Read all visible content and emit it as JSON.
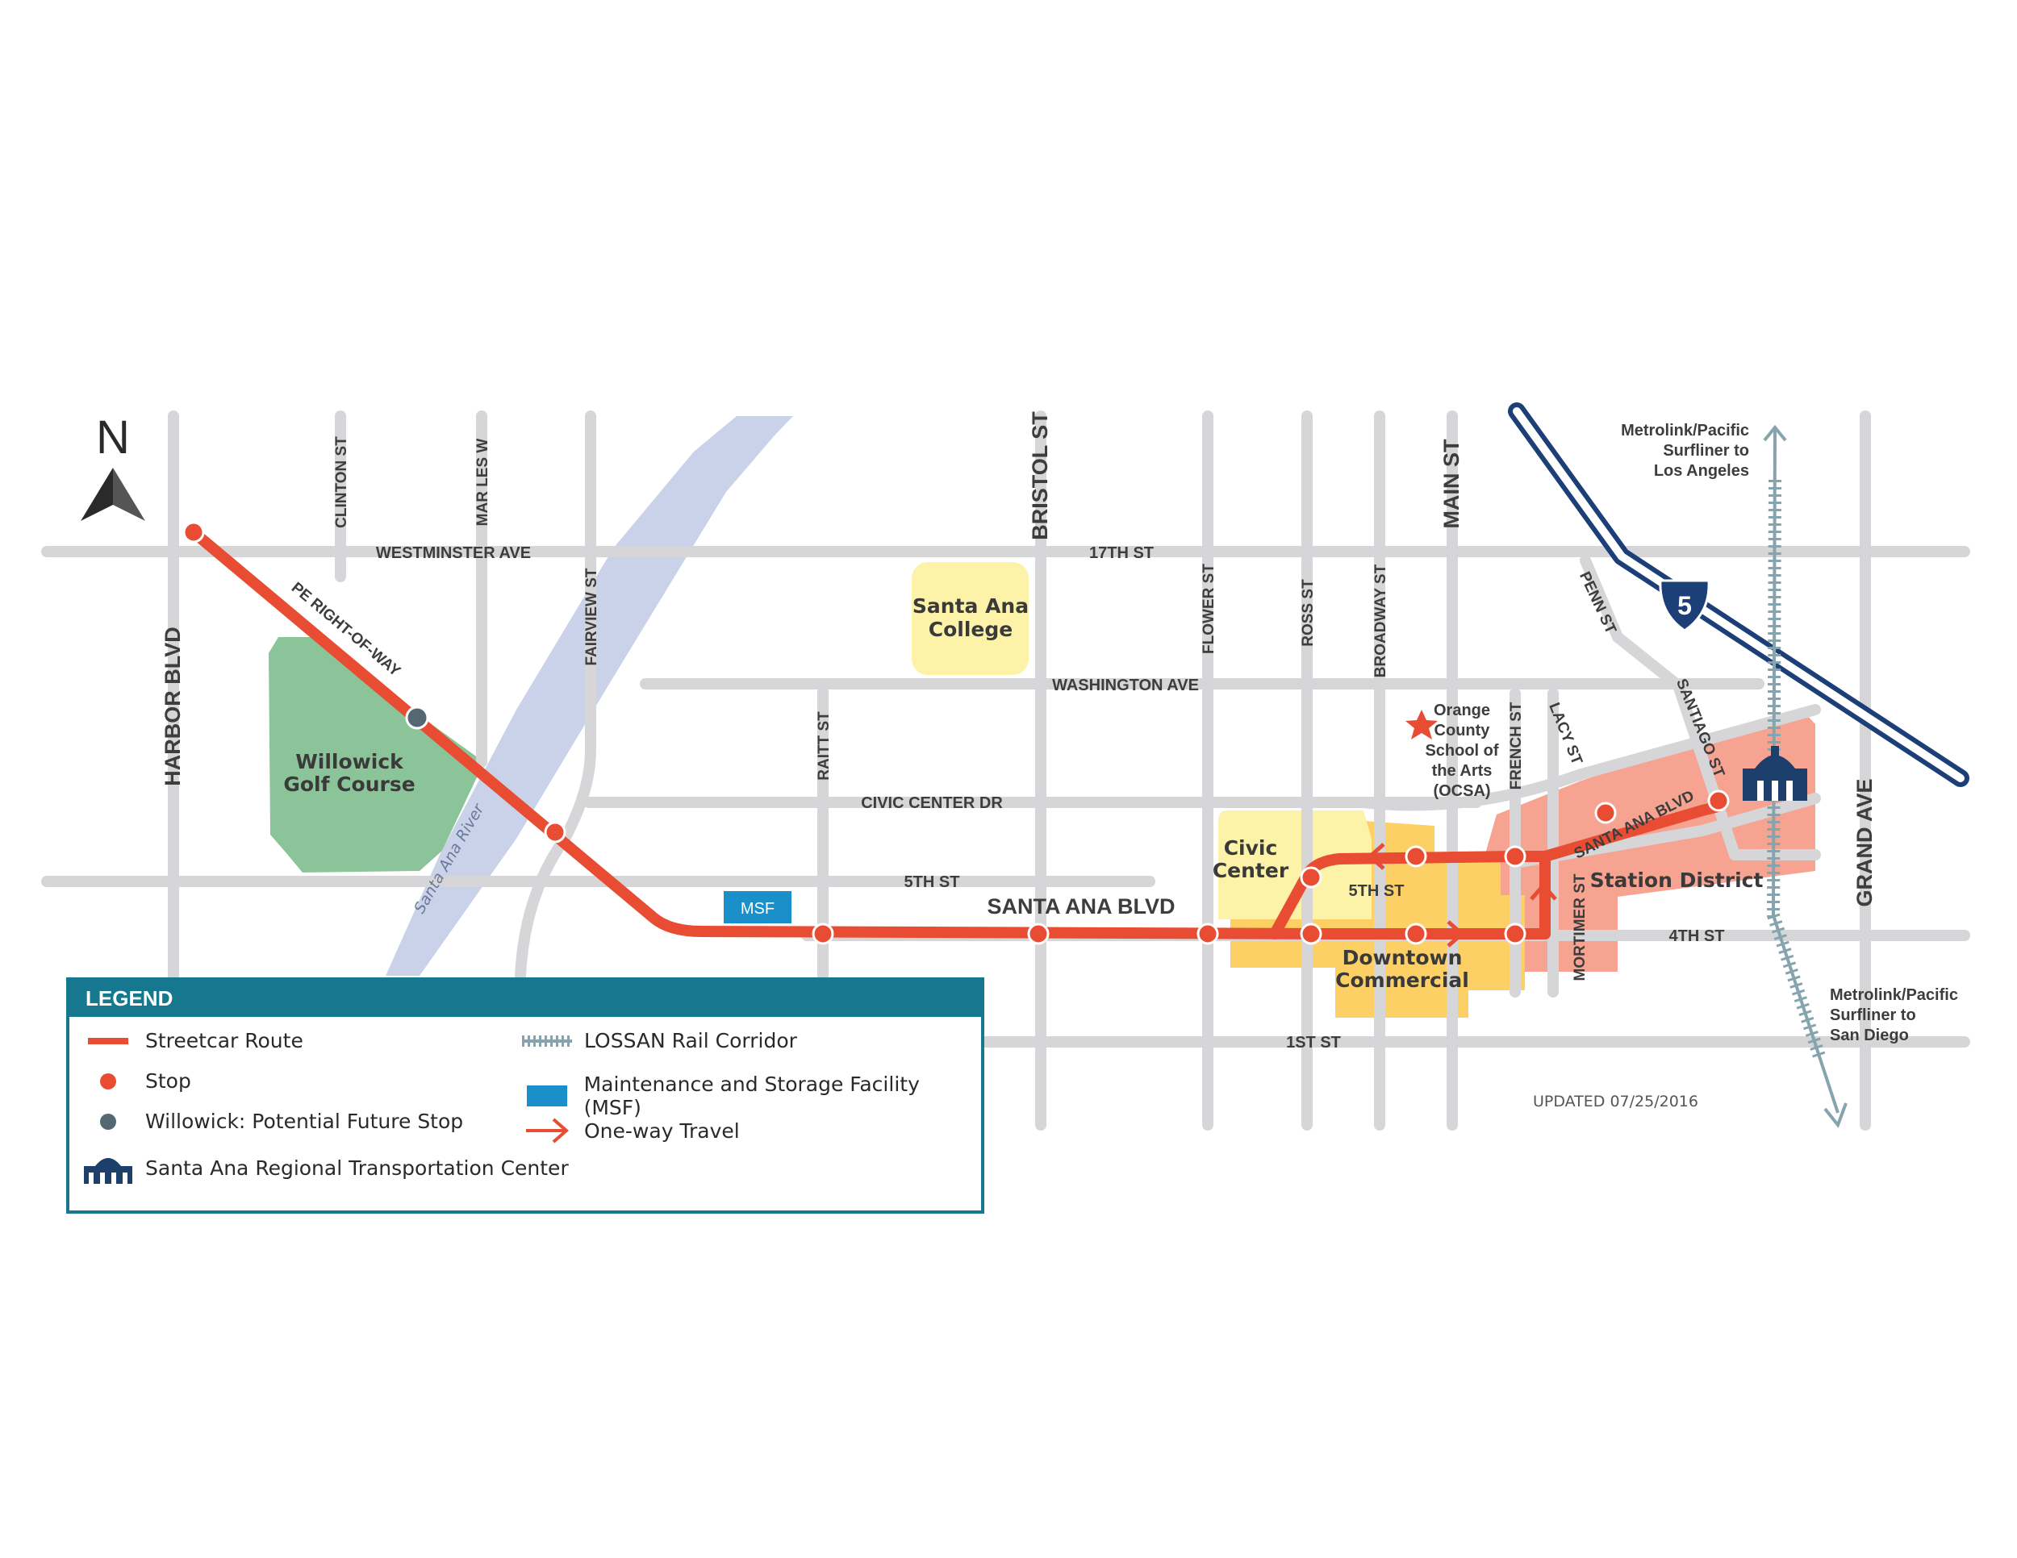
{
  "north": {
    "label": "N"
  },
  "streets": {
    "harbor": "HARBOR BLVD",
    "clinton": "CLINTON ST",
    "marlesw": "MAR LES W",
    "fairview": "FAIRVIEW ST",
    "raitt": "RAITT ST",
    "bristol": "BRISTOL ST",
    "flower": "FLOWER ST",
    "ross": "ROSS ST",
    "broadway": "BROADWAY ST",
    "main": "MAIN ST",
    "french": "FRENCH ST",
    "lacy": "LACY ST",
    "penn": "PENN ST",
    "santiago": "SANTIAGO ST",
    "mortimer": "MORTIMER ST",
    "grand": "GRAND AVE",
    "westminster": "WESTMINSTER AVE",
    "seventeenth": "17TH ST",
    "washington": "WASHINGTON AVE",
    "civic_center_dr": "CIVIC CENTER DR",
    "fifth_west": "5TH ST",
    "fifth_east": "5TH ST",
    "fourth": "4TH ST",
    "first": "1ST ST",
    "santa_ana_blvd": "SANTA ANA BLVD",
    "santa_ana_blvd_east": "SANTA ANA BLVD",
    "pe_row": "PE RIGHT-OF-WAY",
    "river": "Santa Ana River"
  },
  "areas": {
    "golf_1": "Willowick",
    "golf_2": "Golf Course",
    "college_1": "Santa Ana",
    "college_2": "College",
    "civic_1": "Civic",
    "civic_2": "Center",
    "downtown_1": "Downtown",
    "downtown_2": "Commercial",
    "station": "Station District"
  },
  "ocsa": [
    "Orange",
    "County",
    "School of",
    "the Arts",
    "(OCSA)"
  ],
  "msf_label": "MSF",
  "freeway_shield": "5",
  "metrolink_north": [
    "Metrolink/Pacific",
    "Surfliner to",
    "Los Angeles"
  ],
  "metrolink_south": [
    "Metrolink/Pacific",
    "Surfliner to",
    "San Diego"
  ],
  "updated": "UPDATED 07/25/2016",
  "legend": {
    "title": "LEGEND",
    "items": [
      "Streetcar Route",
      "Stop",
      "Willowick: Potential Future Stop",
      "Santa Ana Regional Transportation Center",
      "LOSSAN Rail Corridor",
      "Maintenance and Storage Facility (MSF)",
      "One-way Travel"
    ]
  },
  "colors": {
    "route": "#e84d33",
    "street": "#d6d6d8",
    "river": "#c9d2e8",
    "golf": "#8cc49a",
    "college": "#fdf3a8",
    "downtown": "#fdd065",
    "station_district": "#f6a392",
    "freeway": "#1d3f78",
    "rail": "#85a4ad",
    "msf": "#1a8fc9",
    "legend": "#15788f"
  }
}
